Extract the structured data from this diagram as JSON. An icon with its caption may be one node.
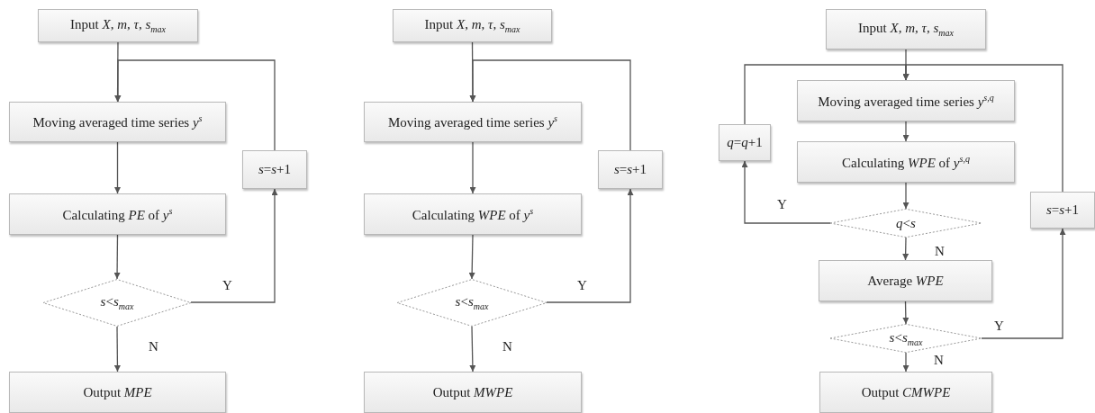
{
  "diagram": {
    "nodes": [
      {
        "text": [
          "Input  *X*, *m*, *τ*, *s*$_{max}$"
        ]
      },
      {
        "text": [
          "Moving averaged time series *y*$^{s}$"
        ]
      },
      {
        "text": [
          "*s*=*s*+1"
        ]
      },
      {
        "text": [
          "Calculating *PE* of *y*$^{s}$"
        ]
      },
      {
        "text": [
          "*s*<*s*$_{max}$"
        ]
      },
      {
        "text": [
          "Output *MPE*"
        ]
      },
      {
        "text": [
          "Input  *X*, *m*, *τ*,  *s*$_{max}$"
        ]
      },
      {
        "text": [
          "Moving averaged time series *y*$^{s}$"
        ]
      },
      {
        "text": [
          "*s*=*s*+1"
        ]
      },
      {
        "text": [
          "Calculating *WPE* of *y*$^{s}$"
        ]
      },
      {
        "text": [
          "*s*<*s*$_{max}$"
        ]
      },
      {
        "text": [
          "Output *MWPE*"
        ]
      },
      {
        "text": [
          "Input *X*, *m*, *τ*, *s*$_{max}$"
        ]
      },
      {
        "text": [
          "*q*=*q*+1"
        ]
      },
      {
        "text": [
          "Moving averaged time series *y*$^{s,q}$"
        ]
      },
      {
        "text": [
          "Calculating *WPE* of *y*$^{s,q}$"
        ]
      },
      {
        "text": [
          "*s*=*s*+1"
        ]
      },
      {
        "text": [
          "*q*<*s*"
        ]
      },
      {
        "text": [
          "Average *WPE*"
        ]
      },
      {
        "text": [
          "*s*<*s*$_{max}$"
        ]
      },
      {
        "text": [
          "Output *CMWPE*"
        ]
      }
    ],
    "edges": [
      {
        "from": 0,
        "to": 1,
        "arrow": "to"
      },
      {
        "from": 2,
        "to": 1,
        "arrow": "to"
      },
      {
        "from": 1,
        "to": 3,
        "arrow": "to"
      },
      {
        "from": 3,
        "to": 4,
        "arrow": "to"
      },
      {
        "from": 4,
        "to": 2,
        "arrow": "to",
        "label": "Y"
      },
      {
        "from": 4,
        "to": 5,
        "arrow": "to",
        "label": "N"
      },
      {
        "from": 6,
        "to": 7,
        "arrow": "to"
      },
      {
        "from": 8,
        "to": 7,
        "arrow": "to"
      },
      {
        "from": 7,
        "to": 9,
        "arrow": "to"
      },
      {
        "from": 9,
        "to": 10,
        "arrow": "to"
      },
      {
        "from": 10,
        "to": 8,
        "arrow": "to",
        "label": "Y"
      },
      {
        "from": 10,
        "to": 11,
        "arrow": "to",
        "label": "N"
      },
      {
        "from": 12,
        "to": 14,
        "arrow": "to"
      },
      {
        "from": 13,
        "to": 14,
        "arrow": "to"
      },
      {
        "from": 16,
        "to": 14,
        "arrow": "to"
      },
      {
        "from": 14,
        "to": 15,
        "arrow": "to"
      },
      {
        "from": 15,
        "to": 17,
        "arrow": "to"
      },
      {
        "from": 17,
        "to": 13,
        "arrow": "to",
        "label": "Y"
      },
      {
        "from": 17,
        "to": 18,
        "arrow": "to",
        "label": "N"
      },
      {
        "from": 18,
        "to": 19,
        "arrow": "to"
      },
      {
        "from": 19,
        "to": 16,
        "arrow": "to",
        "label": "Y"
      },
      {
        "from": 19,
        "to": 20,
        "arrow": "to",
        "label": "N"
      }
    ]
  }
}
